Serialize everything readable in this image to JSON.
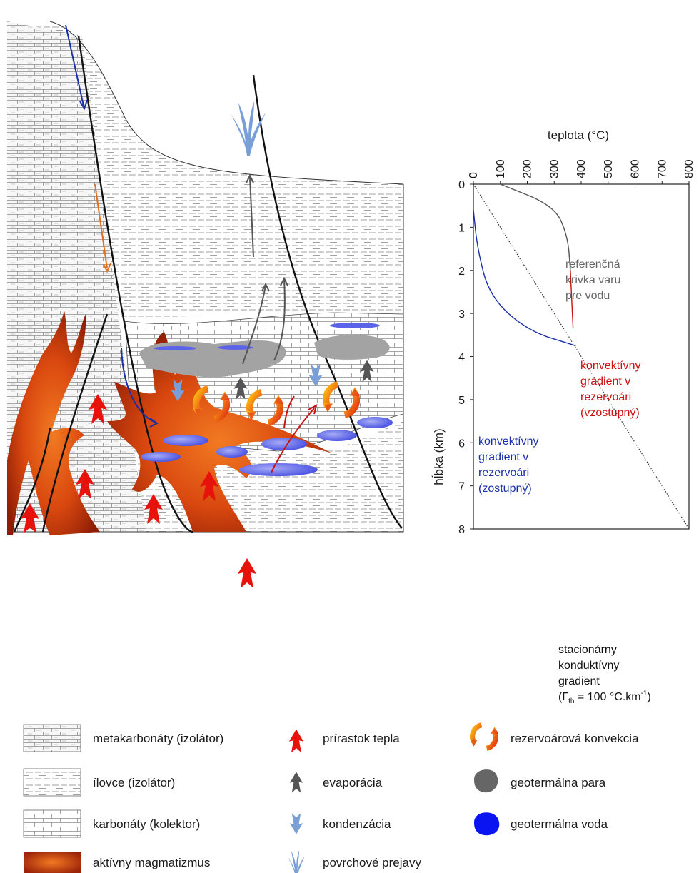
{
  "chart": {
    "x_axis_title": "teplota (°C)",
    "y_axis_title": "hĺbka (km)",
    "x_ticks": [
      "0",
      "100",
      "200",
      "300",
      "400",
      "500",
      "600",
      "700",
      "800"
    ],
    "y_ticks": [
      "0",
      "1",
      "2",
      "3",
      "4",
      "5",
      "6",
      "7",
      "8"
    ]
  },
  "chart_data": {
    "type": "line",
    "xlabel": "teplota (°C)",
    "ylabel": "hĺbka (km)",
    "xlim": [
      0,
      800
    ],
    "ylim": [
      8,
      0
    ],
    "x_axis_position": "top",
    "series": [
      {
        "color": "#555555",
        "points": [
          [
            100,
            0
          ],
          [
            300,
            0.5
          ],
          [
            350,
            1.2
          ],
          [
            360,
            2.0
          ]
        ]
      },
      {
        "color": "#cc1111",
        "points": [
          [
            360,
            2.0
          ],
          [
            365,
            2.7
          ],
          [
            370,
            3.35
          ]
        ]
      },
      {
        "color": "#1a2fa8",
        "points": [
          [
            0,
            0.6
          ],
          [
            15,
            1.5
          ],
          [
            60,
            2.6
          ],
          [
            200,
            3.4
          ],
          [
            380,
            3.75
          ]
        ]
      },
      {
        "color": "#333333",
        "style": "dotted",
        "points": [
          [
            0,
            0
          ],
          [
            800,
            8
          ]
        ]
      }
    ],
    "annotations": [
      {
        "lines": [
          "referenčná",
          "krivka varu",
          "pre vodu"
        ],
        "color": "#666666"
      },
      {
        "lines": [
          "konvektívny",
          "gradient v",
          "rezervoári",
          "(vzostupný)"
        ],
        "color": "#cc1111"
      },
      {
        "lines": [
          "konvektívny",
          "gradient v",
          "rezervoári",
          "(zostupný)"
        ],
        "color": "#1a2fa8"
      },
      {
        "lines": [
          "stacionárny",
          "konduktívny",
          "gradient"
        ],
        "color": "#111111"
      }
    ],
    "gradient_formula": {
      "symbol": "Γ",
      "subscript": "th",
      "text": " = 100 °C.km",
      "superscript": "-1"
    }
  },
  "legend": {
    "col1": [
      "metakarbonáty (izolátor)",
      "ílovce (izolátor)",
      "karbonáty (kolektor)",
      "aktívny magmatizmus"
    ],
    "col2": [
      "prírastok tepla",
      "evaporácia",
      "kondenzácia",
      "povrchové prejavy"
    ],
    "col3": [
      "rezervoárová konvekcia",
      "geotermálna para",
      "geotermálna voda"
    ]
  },
  "colors": {
    "heat_arrow": "#e8120c",
    "evaporation_arrow": "#555555",
    "condensation_arrow": "#7a9fd6",
    "steam": "#a3a3a3",
    "water": "#3d46e6",
    "magma_dark": "#9c2308",
    "magma_light": "#f0641c",
    "boiling_curve": "#555555",
    "ascending": "#cc1111",
    "descending": "#1a2fa8"
  }
}
